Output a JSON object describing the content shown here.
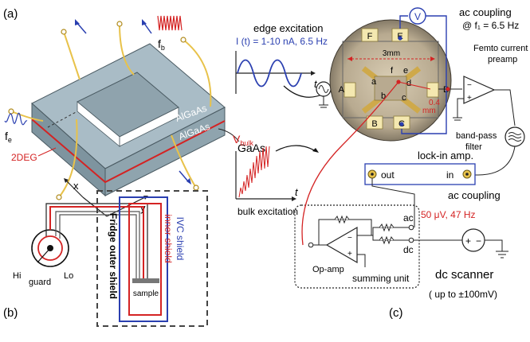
{
  "panels": {
    "a": "(a)",
    "b": "(b)",
    "c": "(c)"
  },
  "a": {
    "fb": "f",
    "fb_sub": "b",
    "fe": "f",
    "fe_sub": "e",
    "algaas1": "AlGaAs",
    "algaas2": "AlGaAs",
    "gaas": "GaAs",
    "twodeg": "2DEG",
    "x": "x",
    "y": "y"
  },
  "b": {
    "hi": "Hi",
    "guard": "guard",
    "lo": "Lo",
    "fridge": "Fridge outer shield",
    "inner": "inner shield",
    "ivc": "IVC shield",
    "sample": "sample"
  },
  "c": {
    "edge_title": "edge excitation",
    "edge_current": "I (t) = 1-10 nA, 6.5 Hz",
    "t1": "t",
    "t2": "t",
    "vbulk": "V",
    "vbulk_sub": "bulk",
    "bulk_excitation": "bulk excitation",
    "contact_A": "A",
    "contact_B": "B",
    "contact_C": "C",
    "contact_D": "D",
    "contact_E": "E",
    "contact_F": "F",
    "inner_a": "a",
    "inner_b": "b",
    "inner_c": "c",
    "inner_d": "d",
    "inner_e": "e",
    "inner_f": "f",
    "dim_3mm": "3mm",
    "dim_04": "0.4",
    "dim_mm": "mm",
    "voltmeter": "V",
    "ac_coupling_top": "ac coupling",
    "ac_freq": "@ f₁ = 6.5 Hz",
    "femto1": "Femto current",
    "femto2": "preamp",
    "bandpass1": "band-pass",
    "bandpass2": "filter",
    "lockin": "lock-in amp.",
    "out": "out",
    "in": "in",
    "ac_coupling_bottom": "ac coupling",
    "signal": "50 μV, 47 Hz",
    "ac_port": "ac",
    "dc_port": "dc",
    "opamp": "Op-amp",
    "summing": "summing unit",
    "dc_scanner": "dc scanner",
    "dc_range": "( up to ±100mV)"
  },
  "colors": {
    "red": "#d42323",
    "blue": "#2a3fb0",
    "yellow": "#e8c24a",
    "gray": "#555555"
  }
}
